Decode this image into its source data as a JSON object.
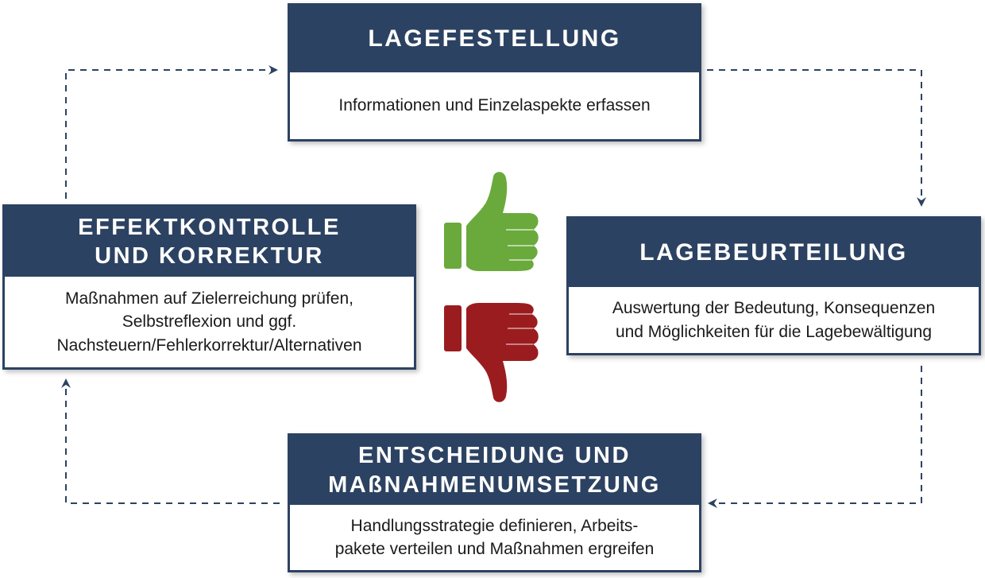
{
  "boxes": {
    "lagefeststellung": {
      "title_lines": [
        "LAGEFESTELLUNG"
      ],
      "body_lines": [
        "Informationen und Einzelaspekte erfassen"
      ]
    },
    "lagebeurteilung": {
      "title_lines": [
        "LAGEBEURTEILUNG"
      ],
      "body_lines": [
        "Auswertung der Bedeutung, Konsequenzen",
        "und Möglichkeiten für die Lagebewältigung"
      ]
    },
    "entscheidung": {
      "title_lines": [
        "ENTSCHEIDUNG UND",
        "MAßNAHMENUMSETZUNG"
      ],
      "body_lines": [
        "Handlungsstrategie definieren, Arbeits-",
        "pakete verteilen und Maßnahmen ergreifen"
      ]
    },
    "effektkontrolle": {
      "title_lines": [
        "EFFEKTKONTROLLE",
        "UND KORREKTUR"
      ],
      "body_lines": [
        "Maßnahmen auf Zielerreichung prüfen,",
        "Selbstreflexion und ggf.",
        "Nachsteuern/Fehlerkorrektur/Alternativen"
      ]
    }
  },
  "icons": {
    "thumbs_up": "thumbs-up-icon",
    "thumbs_down": "thumbs-down-icon"
  },
  "colors": {
    "box_header": "#2c4262",
    "arrow": "#2c4262",
    "thumbs_up": "#6aaa3c",
    "thumbs_down": "#9b1c1f"
  }
}
